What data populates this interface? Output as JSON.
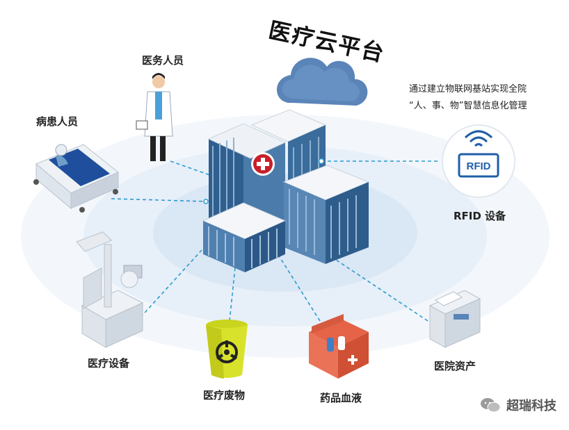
{
  "title": "医疗云平台",
  "description": [
    "通过建立物联网基站实现全院",
    "“人、事、物”智慧信息化管理"
  ],
  "nodes": {
    "medical_staff": "医务人员",
    "patients": "病患人员",
    "rfid": "RFID 设备",
    "medical_equipment": "医疗设备",
    "medical_waste": "医疗废物",
    "medicine_blood": "药品血液",
    "hospital_assets": "医院资产"
  },
  "rfid_icon_text": "RFID",
  "watermark": "超瑞科技",
  "colors": {
    "accent": "#1f5ea8",
    "building": "#3f6f9f",
    "cloud": "#5b84b8",
    "dashed_line": "#2a9bd0",
    "ring": "#e3edf7"
  }
}
